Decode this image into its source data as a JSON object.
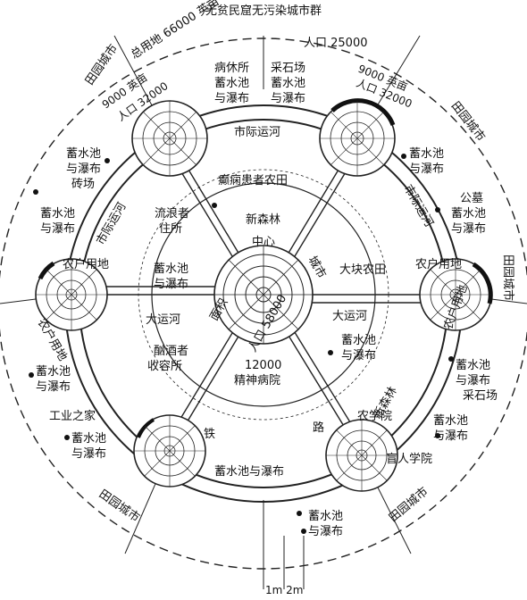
{
  "title": "无贫民窟无污染城市群",
  "total_area": "总用地 66000 英亩",
  "garden_city_top_left": "田园城市",
  "area_9000_left": "9000 英亩",
  "population_32000_left": "人口 32000",
  "population_25000": "人口 25000",
  "area_9000_right": "9000 英亩",
  "population_32000_right": "人口 32000",
  "garden_city_top_right": "田园城市",
  "convalescent": "病休所",
  "reservoir_waterfall_top1": "蓄水池",
  "reservoir_waterfall_top1b": "与瀑布",
  "quarry_top": "采石场",
  "reservoir_waterfall_top2": "蓄水池",
  "reservoir_waterfall_top2b": "与瀑布",
  "intercity_canal_top": "市际运河",
  "epileptic_farm": "癫痫患者农田",
  "reservoir_left1": "蓄水池",
  "reservoir_left1b": "与瀑布",
  "brickyard": "砖场",
  "reservoir_right1": "蓄水池",
  "reservoir_right1b": "与瀑布",
  "cemetery": "公墓",
  "reservoir_right2": "蓄水池",
  "reservoir_right2b": "与瀑布",
  "reservoir_left2": "蓄水池",
  "reservoir_left2b": "与瀑布",
  "intercity_canal_left": "市际运河",
  "intercity_canal_right": "市际运河",
  "vagrant_home1": "流浪者",
  "vagrant_home2": "住所",
  "new_forest": "新森林",
  "center": "中心",
  "farmland_left": "农户用地",
  "farmland_right": "农户用地",
  "farmland_left_lower": "农户用地",
  "farmland_right_lower": "农户用地",
  "city": "城市",
  "large_farmland": "大块农田",
  "reservoir_mid1": "蓄水池",
  "reservoir_mid1b": "与瀑布",
  "grand_canal_left": "大运河",
  "grand_canal_right": "大运河",
  "area": "面积",
  "population_58000": "人口 58000",
  "reservoir_mid2": "蓄水池",
  "reservoir_mid2b": "与瀑布",
  "alcoholic1": "酗酒者",
  "alcoholic2": "收容所",
  "asylum_num": "12000",
  "asylum": "精神病院",
  "new_forest_right": "新森林",
  "reservoir_right3": "蓄水池",
  "reservoir_right3b": "与瀑布",
  "quarry_right": "采石场",
  "reservoir_left3": "蓄水池",
  "reservoir_left3b": "与瀑布",
  "industrial_home": "工业之家",
  "agri_college": "农学院",
  "reservoir_right4": "蓄水池",
  "reservoir_right4b": "与瀑布",
  "reservoir_left4": "蓄水池",
  "reservoir_left4b": "与瀑布",
  "railway_left": "铁",
  "railway_right": "路",
  "blind_school": "盲人学院",
  "reservoir_bottom": "蓄水池与瀑布",
  "garden_city_bottom_left": "田园城市",
  "garden_city_bottom_right": "田园城市",
  "reservoir_legend1": "蓄水池",
  "reservoir_legend2": "与瀑布",
  "scale": "1m  2m"
}
